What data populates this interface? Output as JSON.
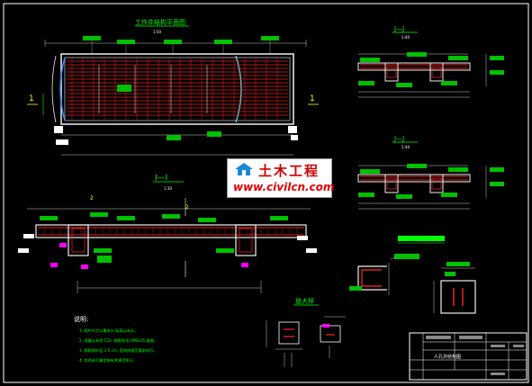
{
  "plan": {
    "title": "工作井结构平面图",
    "scale": "1:50",
    "marker": "1"
  },
  "sections": [
    {
      "title": "J—J",
      "scale": "1:40"
    },
    {
      "title": "J—J",
      "scale": "1:40"
    }
  ],
  "main_section": {
    "title": "I—I",
    "scale": "1:30",
    "marker": "2"
  },
  "detail": {
    "title": "放大样"
  },
  "notes": {
    "heading": "说明:",
    "lines": [
      "1. 图中尺寸以毫米计,标高以米计。",
      "2. 混凝土采用 C25, 钢筋采用 HPB235 级钢。",
      "3. 钢筋保护层 3.5 cm, 搭接按规范要求执行。",
      "4. 其他未尽事宜按有关规范执行。"
    ]
  },
  "title_block": {
    "drawing_name": "人孔井结构图"
  },
  "watermark": {
    "line1": "土木工程",
    "line2": "www.civilcn.com"
  },
  "colors": {
    "background": "#000000",
    "rebar": "#e02020",
    "concrete": "#f0f0f0",
    "dimension": "#00e000",
    "label": "#00ff00",
    "accent": "#ff00ff",
    "blue": "#4090ff",
    "yellow": "#ffff00",
    "cyan": "#60d0e0"
  }
}
